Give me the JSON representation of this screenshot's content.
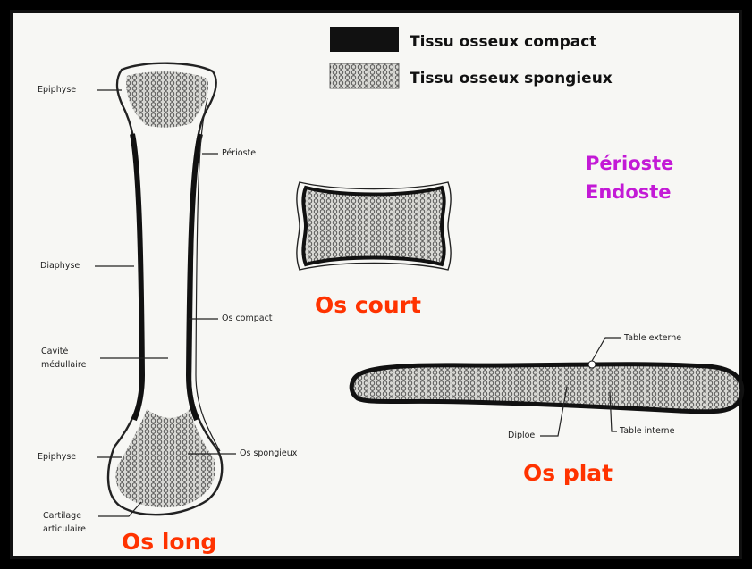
{
  "legend": {
    "compact": "Tissu osseux compact",
    "spongy": "Tissu osseux spongieux"
  },
  "membranes": {
    "line1": "Périoste",
    "line2": "Endoste"
  },
  "long_bone": {
    "title": "Os long",
    "labels": {
      "epiphyse_top": "Epiphyse",
      "periosteum": "Périoste",
      "diaphyse": "Diaphyse",
      "compact": "Os compact",
      "cavity_1": "Cavité",
      "cavity_2": "médullaire",
      "epiphyse_bottom": "Epiphyse",
      "spongy": "Os spongieux",
      "cartilage_1": "Cartilage",
      "cartilage_2": "articulaire"
    }
  },
  "short_bone": {
    "title": "Os court"
  },
  "flat_bone": {
    "title": "Os plat",
    "labels": {
      "external": "Table externe",
      "diploe": "Diploe",
      "internal": "Table interne"
    }
  },
  "colors": {
    "compact": "#111111",
    "spongy": "#d6d6d2",
    "title": "#ff3300",
    "membranes": "#c31ad6"
  }
}
